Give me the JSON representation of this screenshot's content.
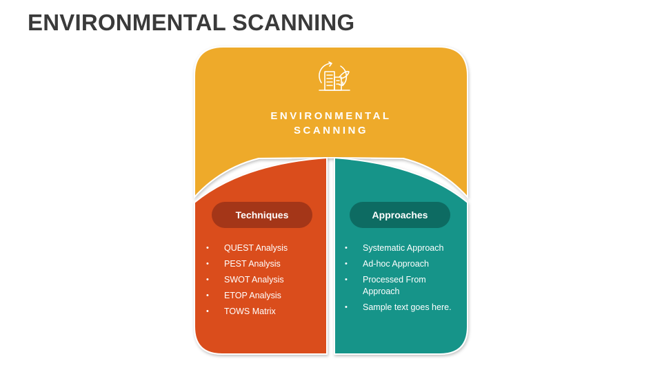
{
  "slide": {
    "title": "ENVIRONMENTAL SCANNING"
  },
  "diagram": {
    "center_title_line1": "ENVIRONMENTAL",
    "center_title_line2": "SCANNING",
    "icon": "city-eco-icon",
    "colors": {
      "top": "#EEAA2C",
      "left": "#DA4E1C",
      "right": "#139489",
      "left_pill": "#A43618",
      "right_pill": "#0D6B62"
    },
    "left": {
      "heading": "Techniques",
      "items": [
        "QUEST Analysis",
        "PEST Analysis",
        "SWOT Analysis",
        "ETOP Analysis",
        "TOWS Matrix"
      ]
    },
    "right": {
      "heading": "Approaches",
      "items": [
        "Systematic Approach",
        "Ad-hoc Approach",
        "Processed From Approach",
        "Sample text goes here."
      ]
    }
  }
}
